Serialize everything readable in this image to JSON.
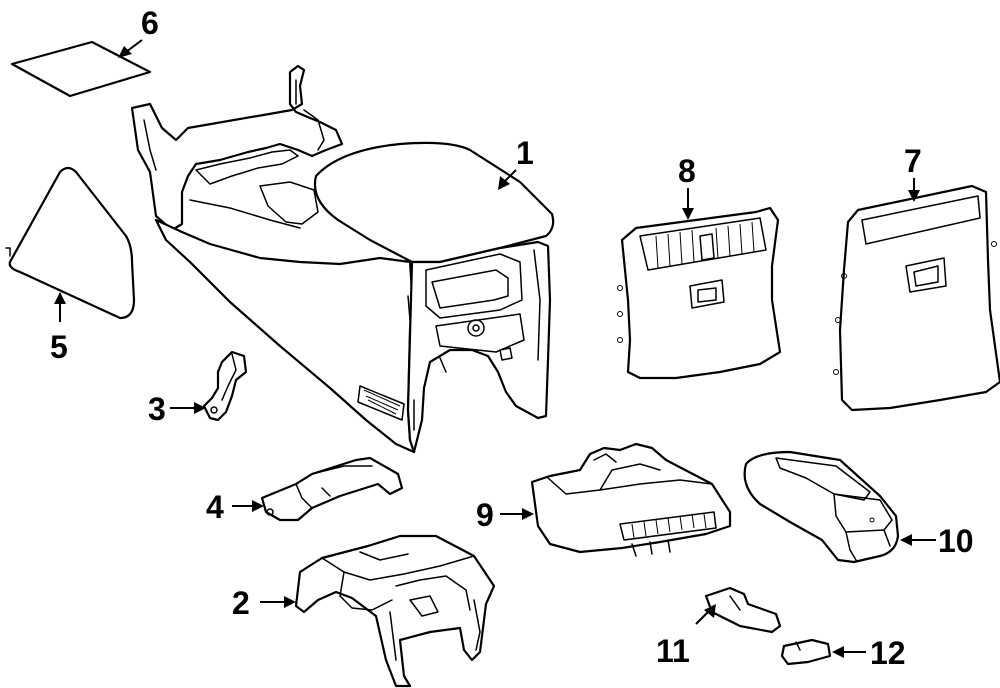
{
  "diagram": {
    "callouts": [
      {
        "id": "callout-1",
        "label": "1"
      },
      {
        "id": "callout-2",
        "label": "2"
      },
      {
        "id": "callout-3",
        "label": "3"
      },
      {
        "id": "callout-4",
        "label": "4"
      },
      {
        "id": "callout-5",
        "label": "5"
      },
      {
        "id": "callout-6",
        "label": "6"
      },
      {
        "id": "callout-7",
        "label": "7"
      },
      {
        "id": "callout-8",
        "label": "8"
      },
      {
        "id": "callout-9",
        "label": "9"
      },
      {
        "id": "callout-10",
        "label": "10"
      },
      {
        "id": "callout-11",
        "label": "11"
      },
      {
        "id": "callout-12",
        "label": "12"
      }
    ]
  }
}
